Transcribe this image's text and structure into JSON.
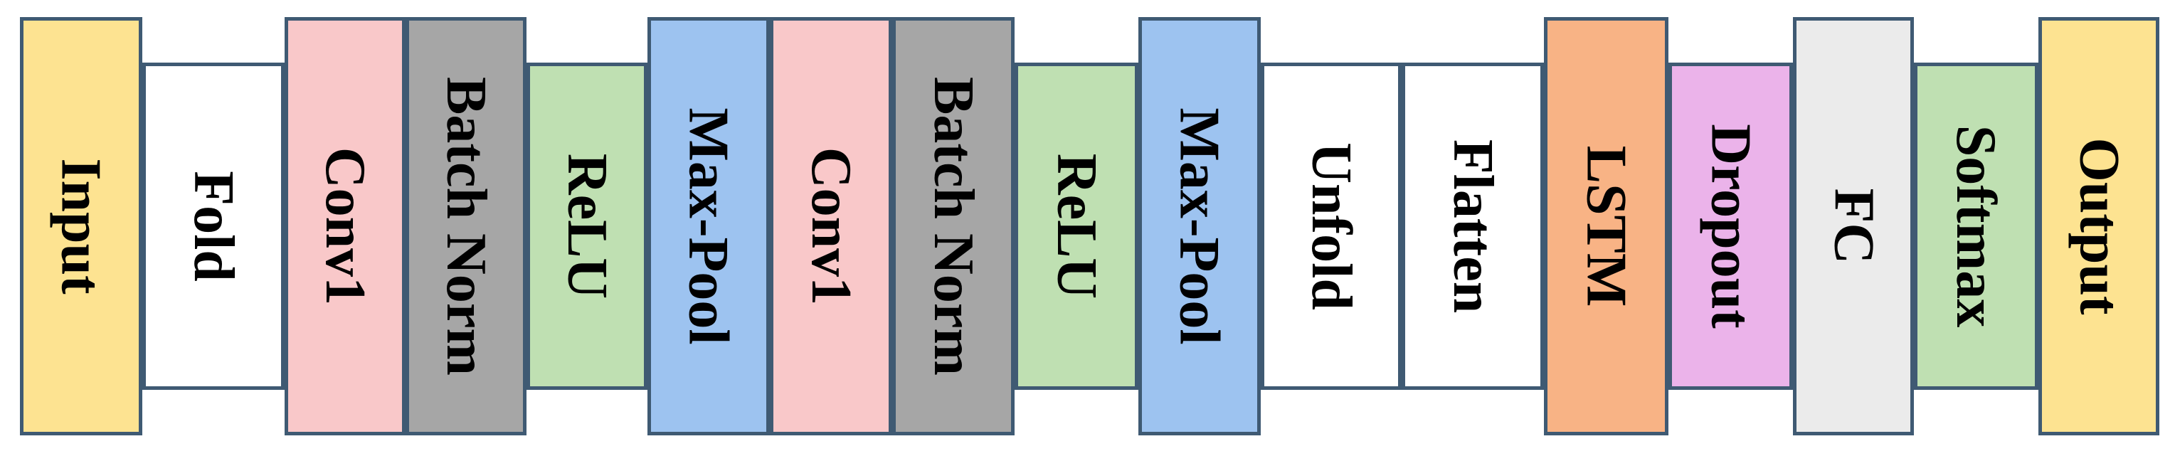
{
  "diagram": {
    "layers": [
      {
        "label": "Input",
        "color": "#fde391",
        "tall": true
      },
      {
        "label": "Fold",
        "color": "#ffffff",
        "tall": false
      },
      {
        "label": "Conv1",
        "color": "#f9c8c9",
        "tall": true
      },
      {
        "label": "Batch Norm",
        "color": "#a6a6a6",
        "tall": true
      },
      {
        "label": "ReLU",
        "color": "#bfe0b2",
        "tall": false
      },
      {
        "label": "Max-Pool",
        "color": "#9dc3f0",
        "tall": true
      },
      {
        "label": "Conv1",
        "color": "#f9c8c9",
        "tall": true
      },
      {
        "label": "Batch Norm",
        "color": "#a6a6a6",
        "tall": true
      },
      {
        "label": "ReLU",
        "color": "#bfe0b2",
        "tall": false
      },
      {
        "label": "Max-Pool",
        "color": "#9dc3f0",
        "tall": true
      },
      {
        "label": "Unfold",
        "color": "#ffffff",
        "tall": false
      },
      {
        "label": "Flatten",
        "color": "#ffffff",
        "tall": false
      },
      {
        "label": "LSTM",
        "color": "#f8b385",
        "tall": true
      },
      {
        "label": "Dropout",
        "color": "#ebb3ea",
        "tall": false
      },
      {
        "label": "FC",
        "color": "#ebebeb",
        "tall": true
      },
      {
        "label": "Softmax",
        "color": "#bfe0b2",
        "tall": false
      },
      {
        "label": "Output",
        "color": "#fde391",
        "tall": true
      }
    ]
  }
}
